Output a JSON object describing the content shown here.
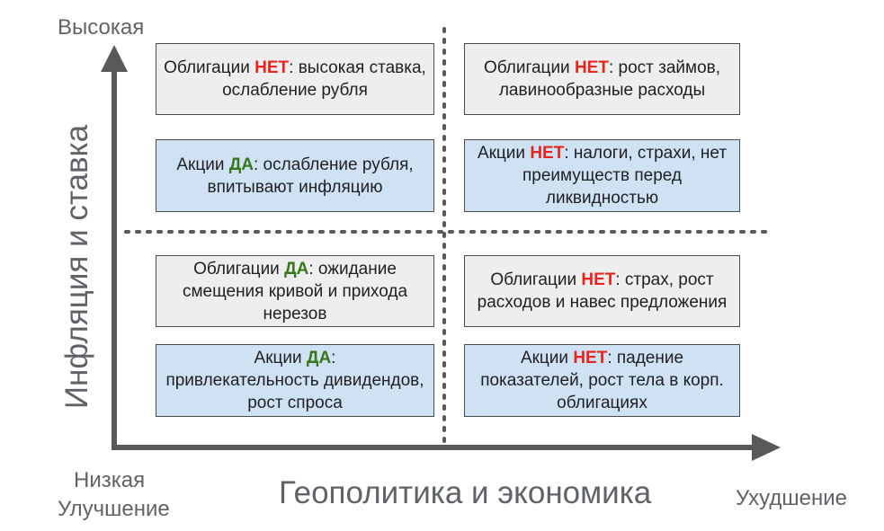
{
  "y_axis": {
    "title": "Инфляция и ставка",
    "high_label": "Высокая",
    "low_label": "Низкая"
  },
  "x_axis": {
    "title": "Геополитика и экономика",
    "improve_label": "Улучшение",
    "worsen_label": "Ухудшение"
  },
  "colors": {
    "no": "#e8251d",
    "yes": "#38761d",
    "bond_box": "#eeeeee",
    "stock_box": "#cfe2f3",
    "axis": "#595959"
  },
  "quadrants": {
    "high_improve": {
      "bonds": {
        "pre": "Облигации ",
        "verdict": "НЕТ",
        "post": ": высокая ставка, ослабление рубля"
      },
      "stocks": {
        "pre": "Акции ",
        "verdict": "ДА",
        "post": ": ослабление рубля, впитывают инфляцию"
      }
    },
    "high_worsen": {
      "bonds": {
        "pre": "Облигации ",
        "verdict": "НЕТ",
        "post": ": рост займов, лавинообразные расходы"
      },
      "stocks": {
        "pre": "Акции ",
        "verdict": "НЕТ",
        "post": ": налоги, страхи, нет преимуществ перед ликвидностью"
      }
    },
    "low_improve": {
      "bonds": {
        "pre": "Облигации ",
        "verdict": "ДА",
        "post": ": ожидание смещения кривой и прихода нерезов"
      },
      "stocks": {
        "pre": "Акции ",
        "verdict": "ДА",
        "post": ":\nпривлекательность дивидендов, рост спроса"
      }
    },
    "low_worsen": {
      "bonds": {
        "pre": "Облигации ",
        "verdict": "НЕТ",
        "post": ": страх, рост расходов и навес предложения"
      },
      "stocks": {
        "pre": "Акции ",
        "verdict": "НЕТ",
        "post": ": падение показателей, рост тела в корп. облигациях"
      }
    }
  }
}
